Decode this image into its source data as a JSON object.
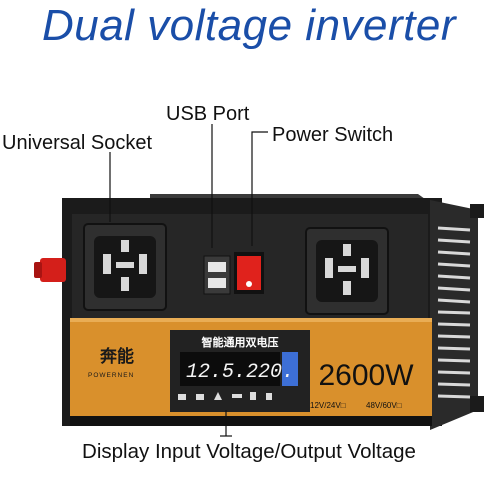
{
  "title": "Dual voltage inverter",
  "labels": {
    "universal_socket": "Universal Socket",
    "usb_port": "USB Port",
    "power_switch": "Power Switch",
    "display": "Display Input Voltage/Output Voltage"
  },
  "product": {
    "brand_cn": "奔能",
    "brand_en": "POWERNEN",
    "model_banner_cn": "智能通用双电压",
    "display_reading": "12.5.220.",
    "power_rating": "2600W",
    "input_option_a": "12V/24V□",
    "input_option_b": "48V/60V□",
    "colors": {
      "housing": "#1b1b1b",
      "panel": "#d9902c",
      "title_blue": "#1a4ea8",
      "switch_red": "#e0221c",
      "terminal_red": "#d41f1a",
      "display_blue": "#3d6fd6"
    }
  }
}
